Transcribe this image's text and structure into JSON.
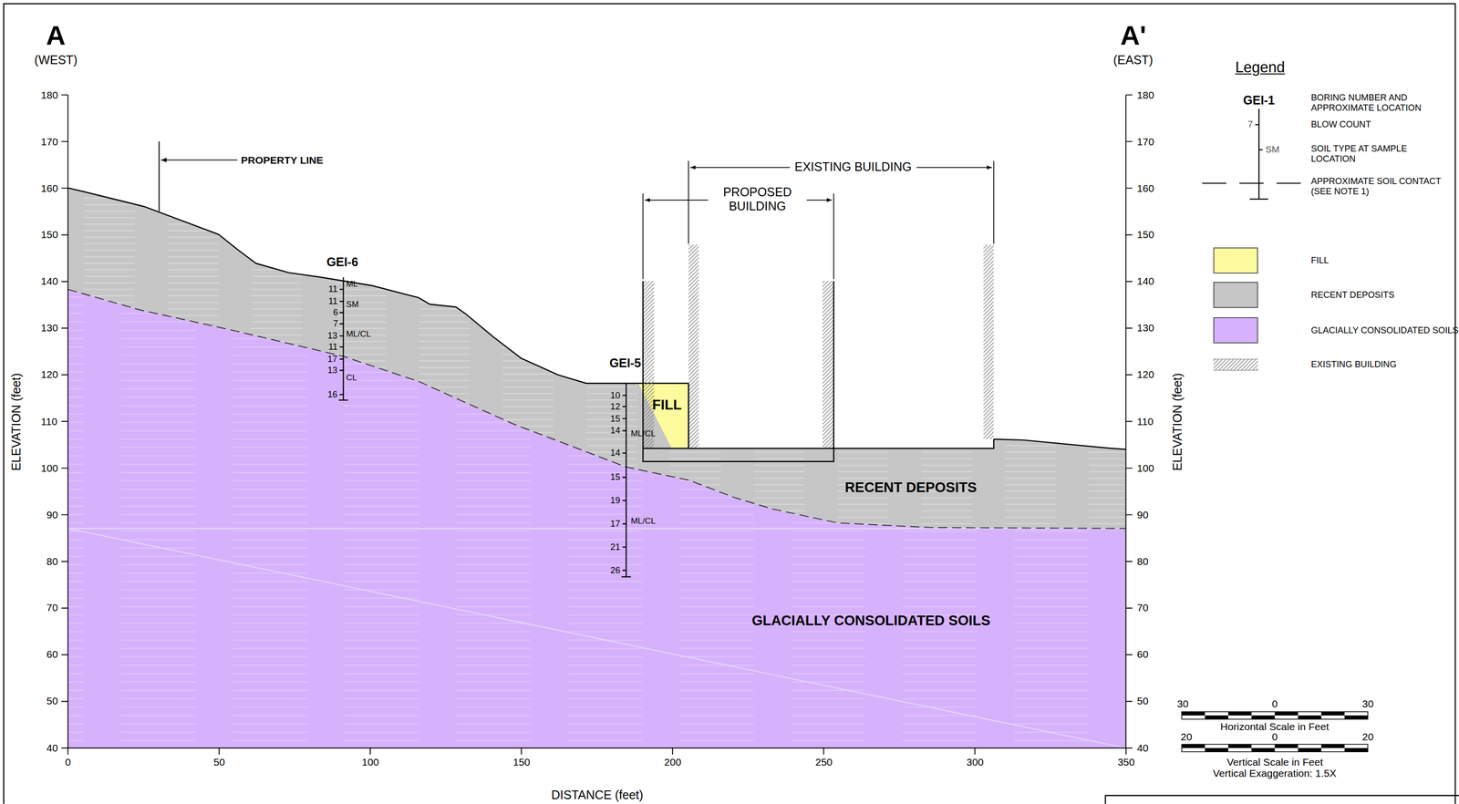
{
  "diagram": {
    "nodes": [
      {
        "text": [
          "FILL"
        ]
      },
      {
        "text": [
          "RECENT DEPOSITS"
        ]
      },
      {
        "text": [
          "GLACIALLY CONSOLIDATED SOILS"
        ]
      }
    ],
    "labels": [
      "A",
      "(WEST)",
      "A'",
      "(EAST)",
      "180",
      "170",
      "160",
      "150",
      "140",
      "130",
      "120",
      "110",
      "100",
      "90",
      "80",
      "70",
      "60",
      "50",
      "40",
      "180",
      "170",
      "160",
      "150",
      "140",
      "130",
      "120",
      "110",
      "100",
      "90",
      "80",
      "70",
      "60",
      "50",
      "40",
      "0",
      "50",
      "100",
      "150",
      "200",
      "250",
      "300",
      "350",
      "ELEVATION (feet)",
      "ELEVATION (feet)",
      "DISTANCE (feet)",
      "PROPERTY LINE",
      "EXISTING BUILDING",
      "PROPOSED BUILDING",
      "GEI-6",
      "11",
      "11",
      "6",
      "7",
      "13",
      "11",
      "17",
      "13",
      "16",
      "ML",
      "SM",
      "ML/CL",
      "CL",
      "GEI-5",
      "10",
      "12",
      "15",
      "14",
      "14",
      "15",
      "19",
      "17",
      "21",
      "26",
      "ML/CL",
      "ML/CL",
      "Legend",
      "GEI-1",
      "7",
      "SM",
      "30",
      "0",
      "30",
      "Horizontal Scale in Feet",
      "20",
      "0",
      "20",
      "Vertical Scale in Feet",
      "Vertical Exaggeration: 1.5X"
    ],
    "legend": [
      {
        "text": "BORING NUMBER AND APPROXIMATE LOCATION"
      },
      {
        "text": "BLOW COUNT"
      },
      {
        "text": "SOIL TYPE AT SAMPLE LOCATION"
      },
      {
        "text": "APPROXIMATE SOIL CONTACT (SEE NOTE 1)"
      },
      {
        "text": "FILL",
        "color": "#fdfb9e"
      },
      {
        "text": "RECENT DEPOSITS",
        "color": "#c6c6c6"
      },
      {
        "text": "GLACIALLY CONSOLIDATED SOILS",
        "color": "#d6b2fc"
      },
      {
        "text": "EXISTING BUILDING"
      }
    ]
  }
}
